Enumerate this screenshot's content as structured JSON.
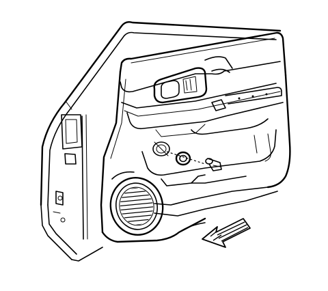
{
  "figure": {
    "background_color": "#ffffff",
    "line_color": "#000000",
    "parts": [
      "door-frame",
      "door-trim-panel",
      "inside-handle-bezel",
      "armrest",
      "door-lock-knob",
      "fastener-cap",
      "retaining-screw",
      "speaker-grille",
      "direction-arrow"
    ]
  }
}
